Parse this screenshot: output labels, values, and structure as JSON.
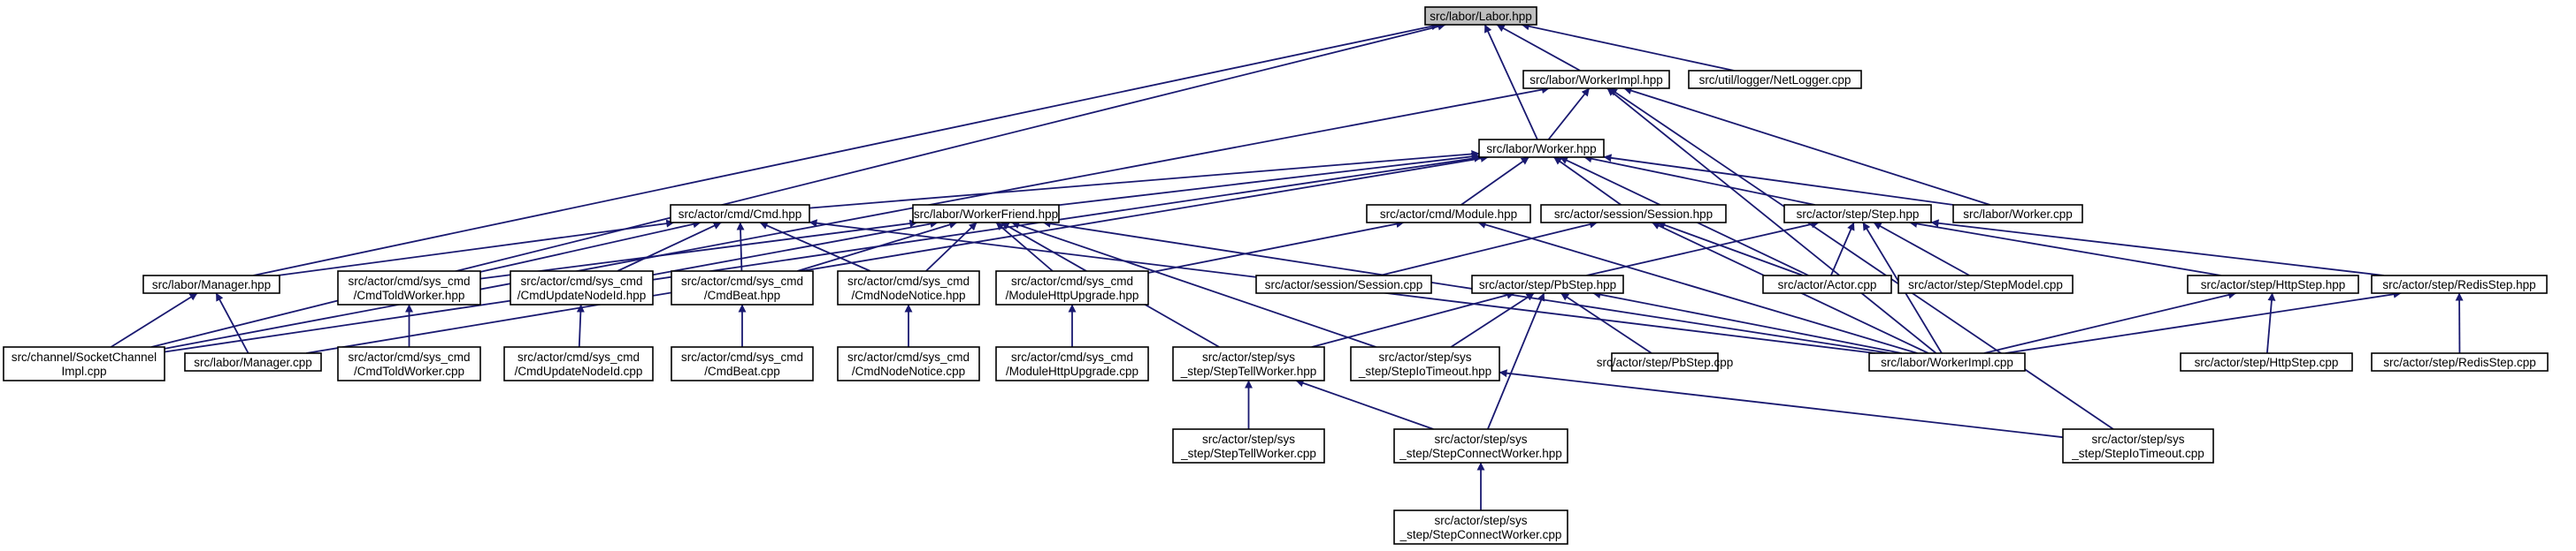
{
  "colors": {
    "edge": "#191970",
    "root_fill": "#bfbfbf",
    "node_fill": "#ffffff",
    "border": "#000000"
  },
  "nodes": {
    "labor_hpp": [
      "src/labor/Labor.hpp"
    ],
    "workerimpl_hpp": [
      "src/labor/WorkerImpl.hpp"
    ],
    "netlogger_cpp": [
      "src/util/logger/NetLogger.cpp"
    ],
    "worker_hpp": [
      "src/labor/Worker.hpp"
    ],
    "cmd_hpp": [
      "src/actor/cmd/Cmd.hpp"
    ],
    "workerfriend_hpp": [
      "src/labor/WorkerFriend.hpp"
    ],
    "module_hpp": [
      "src/actor/cmd/Module.hpp"
    ],
    "session_hpp": [
      "src/actor/session/Session.hpp"
    ],
    "step_hpp": [
      "src/actor/step/Step.hpp"
    ],
    "worker_cpp": [
      "src/labor/Worker.cpp"
    ],
    "manager_hpp": [
      "src/labor/Manager.hpp"
    ],
    "cmdtoldworker_hpp": [
      "src/actor/cmd/sys_cmd",
      "/CmdToldWorker.hpp"
    ],
    "cmdupdatenodeid_hpp": [
      "src/actor/cmd/sys_cmd",
      "/CmdUpdateNodeId.hpp"
    ],
    "cmdbeat_hpp": [
      "src/actor/cmd/sys_cmd",
      "/CmdBeat.hpp"
    ],
    "cmdnodenotice_hpp": [
      "src/actor/cmd/sys_cmd",
      "/CmdNodeNotice.hpp"
    ],
    "modulehttpupgrade_hpp": [
      "src/actor/cmd/sys_cmd",
      "/ModuleHttpUpgrade.hpp"
    ],
    "session_cpp": [
      "src/actor/session/Session.cpp"
    ],
    "pbstep_hpp": [
      "src/actor/step/PbStep.hpp"
    ],
    "actor_cpp": [
      "src/actor/Actor.cpp"
    ],
    "stepmodel_cpp": [
      "src/actor/step/StepModel.cpp"
    ],
    "httpstep_hpp": [
      "src/actor/step/HttpStep.hpp"
    ],
    "redisstep_hpp": [
      "src/actor/step/RedisStep.hpp"
    ],
    "socketchannel_cpp": [
      "src/channel/SocketChannel",
      "Impl.cpp"
    ],
    "manager_cpp": [
      "src/labor/Manager.cpp"
    ],
    "cmdtoldworker_cpp": [
      "src/actor/cmd/sys_cmd",
      "/CmdToldWorker.cpp"
    ],
    "cmdupdatenodeid_cpp": [
      "src/actor/cmd/sys_cmd",
      "/CmdUpdateNodeId.cpp"
    ],
    "cmdbeat_cpp": [
      "src/actor/cmd/sys_cmd",
      "/CmdBeat.cpp"
    ],
    "cmdnodenotice_cpp": [
      "src/actor/cmd/sys_cmd",
      "/CmdNodeNotice.cpp"
    ],
    "modulehttpupgrade_cpp": [
      "src/actor/cmd/sys_cmd",
      "/ModuleHttpUpgrade.cpp"
    ],
    "steptellworker_hpp": [
      "src/actor/step/sys",
      "_step/StepTellWorker.hpp"
    ],
    "stepiotimeout_hpp": [
      "src/actor/step/sys",
      "_step/StepIoTimeout.hpp"
    ],
    "pbstep_cpp": [
      "src/actor/step/PbStep.cpp"
    ],
    "workerimpl_cpp": [
      "src/labor/WorkerImpl.cpp"
    ],
    "httpstep_cpp": [
      "src/actor/step/HttpStep.cpp"
    ],
    "redisstep_cpp": [
      "src/actor/step/RedisStep.cpp"
    ],
    "steptellworker_cpp": [
      "src/actor/step/sys",
      "_step/StepTellWorker.cpp"
    ],
    "stepconnectworker_hpp": [
      "src/actor/step/sys",
      "_step/StepConnectWorker.hpp"
    ],
    "stepiotimeout_cpp": [
      "src/actor/step/sys",
      "_step/StepIoTimeout.cpp"
    ],
    "stepconnectworker_cpp": [
      "src/actor/step/sys",
      "_step/StepConnectWorker.cpp"
    ]
  },
  "edges": [
    [
      "workerimpl_hpp",
      "labor_hpp"
    ],
    [
      "netlogger_cpp",
      "labor_hpp"
    ],
    [
      "worker_hpp",
      "labor_hpp"
    ],
    [
      "manager_hpp",
      "labor_hpp"
    ],
    [
      "socketchannel_cpp",
      "labor_hpp"
    ],
    [
      "worker_hpp",
      "workerimpl_hpp"
    ],
    [
      "worker_cpp",
      "workerimpl_hpp"
    ],
    [
      "workerimpl_cpp",
      "workerimpl_hpp"
    ],
    [
      "stepiotimeout_cpp",
      "workerimpl_hpp"
    ],
    [
      "socketchannel_cpp",
      "workerimpl_hpp"
    ],
    [
      "cmd_hpp",
      "worker_hpp"
    ],
    [
      "workerfriend_hpp",
      "worker_hpp"
    ],
    [
      "module_hpp",
      "worker_hpp"
    ],
    [
      "session_hpp",
      "worker_hpp"
    ],
    [
      "step_hpp",
      "worker_hpp"
    ],
    [
      "worker_cpp",
      "worker_hpp"
    ],
    [
      "actor_cpp",
      "worker_hpp"
    ],
    [
      "manager_cpp",
      "worker_hpp"
    ],
    [
      "socketchannel_cpp",
      "worker_hpp"
    ],
    [
      "manager_hpp",
      "cmd_hpp"
    ],
    [
      "cmdtoldworker_hpp",
      "cmd_hpp"
    ],
    [
      "cmdupdatenodeid_hpp",
      "cmd_hpp"
    ],
    [
      "cmdbeat_hpp",
      "cmd_hpp"
    ],
    [
      "cmdnodenotice_hpp",
      "cmd_hpp"
    ],
    [
      "workerimpl_cpp",
      "cmd_hpp"
    ],
    [
      "cmdtoldworker_hpp",
      "workerfriend_hpp"
    ],
    [
      "cmdupdatenodeid_hpp",
      "workerfriend_hpp"
    ],
    [
      "cmdbeat_hpp",
      "workerfriend_hpp"
    ],
    [
      "cmdnodenotice_hpp",
      "workerfriend_hpp"
    ],
    [
      "modulehttpupgrade_hpp",
      "workerfriend_hpp"
    ],
    [
      "steptellworker_hpp",
      "workerfriend_hpp"
    ],
    [
      "stepiotimeout_hpp",
      "workerfriend_hpp"
    ],
    [
      "workerimpl_cpp",
      "workerfriend_hpp"
    ],
    [
      "modulehttpupgrade_hpp",
      "module_hpp"
    ],
    [
      "workerimpl_cpp",
      "module_hpp"
    ],
    [
      "session_cpp",
      "session_hpp"
    ],
    [
      "actor_cpp",
      "session_hpp"
    ],
    [
      "workerimpl_cpp",
      "session_hpp"
    ],
    [
      "pbstep_hpp",
      "step_hpp"
    ],
    [
      "actor_cpp",
      "step_hpp"
    ],
    [
      "stepmodel_cpp",
      "step_hpp"
    ],
    [
      "httpstep_hpp",
      "step_hpp"
    ],
    [
      "redisstep_hpp",
      "step_hpp"
    ],
    [
      "workerimpl_cpp",
      "step_hpp"
    ],
    [
      "socketchannel_cpp",
      "manager_hpp"
    ],
    [
      "manager_cpp",
      "manager_hpp"
    ],
    [
      "cmdtoldworker_cpp",
      "cmdtoldworker_hpp"
    ],
    [
      "cmdupdatenodeid_cpp",
      "cmdupdatenodeid_hpp"
    ],
    [
      "cmdbeat_cpp",
      "cmdbeat_hpp"
    ],
    [
      "cmdnodenotice_cpp",
      "cmdnodenotice_hpp"
    ],
    [
      "modulehttpupgrade_cpp",
      "modulehttpupgrade_hpp"
    ],
    [
      "steptellworker_hpp",
      "pbstep_hpp"
    ],
    [
      "stepiotimeout_hpp",
      "pbstep_hpp"
    ],
    [
      "pbstep_cpp",
      "pbstep_hpp"
    ],
    [
      "stepconnectworker_hpp",
      "pbstep_hpp"
    ],
    [
      "workerimpl_cpp",
      "pbstep_hpp"
    ],
    [
      "httpstep_cpp",
      "httpstep_hpp"
    ],
    [
      "workerimpl_cpp",
      "httpstep_hpp"
    ],
    [
      "redisstep_cpp",
      "redisstep_hpp"
    ],
    [
      "workerimpl_cpp",
      "redisstep_hpp"
    ],
    [
      "steptellworker_cpp",
      "steptellworker_hpp"
    ],
    [
      "stepconnectworker_hpp",
      "steptellworker_hpp"
    ],
    [
      "stepiotimeout_cpp",
      "stepiotimeout_hpp"
    ],
    [
      "stepconnectworker_cpp",
      "stepconnectworker_hpp"
    ]
  ]
}
